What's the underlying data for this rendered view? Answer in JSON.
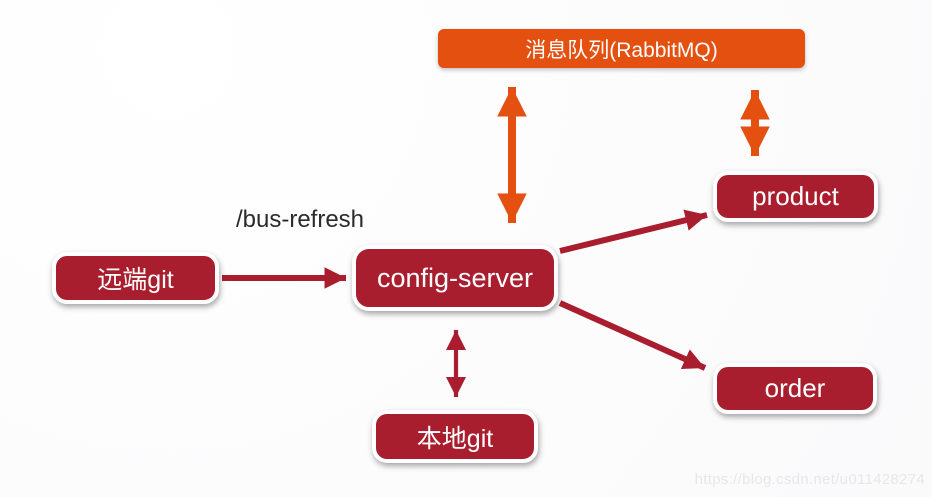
{
  "diagram": {
    "title_hint": "Spring Cloud config-server message bus diagram",
    "colors": {
      "node_red": "#a91e2e",
      "node_orange": "#e3500f",
      "node_text": "#ffffff",
      "edge_red": "#a91e2e",
      "edge_orange": "#e3500f",
      "edge_label_text": "#2b2b2b",
      "background": "#fcfcfd",
      "watermark_text": "#e7e7ea"
    },
    "nodes": {
      "mq": {
        "label": "消息队列(RabbitMQ)",
        "color": "#e3500f"
      },
      "remote_git": {
        "label": "远端git",
        "color": "#a91e2e"
      },
      "config_server": {
        "label": "config-server",
        "color": "#a91e2e"
      },
      "local_git": {
        "label": "本地git",
        "color": "#a91e2e"
      },
      "product": {
        "label": "product",
        "color": "#a91e2e"
      },
      "order": {
        "label": "order",
        "color": "#a91e2e"
      }
    },
    "edges": [
      {
        "from": "远端git",
        "to": "config-server",
        "label": "/bus-refresh",
        "direction": "one-way",
        "color": "#a91e2e"
      },
      {
        "from": "config-server",
        "to": "本地git",
        "label": "",
        "direction": "two-way",
        "color": "#a91e2e"
      },
      {
        "from": "config-server",
        "to": "product",
        "label": "",
        "direction": "one-way",
        "color": "#a91e2e"
      },
      {
        "from": "config-server",
        "to": "order",
        "label": "",
        "direction": "one-way",
        "color": "#a91e2e"
      },
      {
        "from": "消息队列(RabbitMQ)",
        "to": "config-server",
        "label": "",
        "direction": "two-way",
        "color": "#e3500f"
      },
      {
        "from": "消息队列(RabbitMQ)",
        "to": "product",
        "label": "",
        "direction": "two-way",
        "color": "#e3500f"
      }
    ]
  },
  "watermark": {
    "text": "https://blog.csdn.net/u011428274"
  }
}
